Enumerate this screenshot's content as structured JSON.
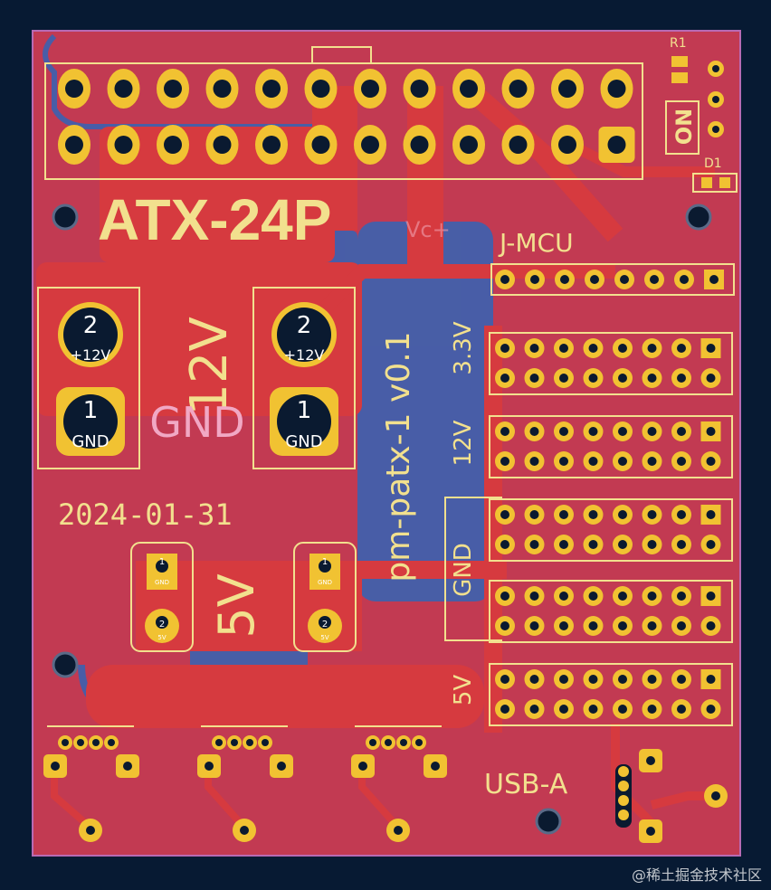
{
  "board": {
    "title": "ATX-24P",
    "project": "pm-patx-1 v0.1",
    "date": "2024-01-31",
    "colors": {
      "background": "#071a33",
      "board": "#c23a52",
      "copper_front": "#d63a3f",
      "copper_back": "#3b62b0",
      "silkscreen": "#f2e08e",
      "pad": "#f1c232",
      "hole": "#0a1a30"
    }
  },
  "connectors": {
    "atx": {
      "name": "ATX-24P"
    },
    "mcu": {
      "name": "J-MCU"
    },
    "r1": {
      "name": "R1"
    },
    "d1": {
      "name": "D1"
    },
    "switch": {
      "label": "ON"
    },
    "usb": {
      "name": "USB-A"
    }
  },
  "power_terminals": [
    {
      "pin2": "2",
      "pin2_label": "+12V",
      "pin1": "1",
      "pin1_label": "GND"
    },
    {
      "pin2": "2",
      "pin2_label": "+12V",
      "pin1": "1",
      "pin1_label": "GND"
    }
  ],
  "small_terminals": [
    {
      "pin1": "1",
      "pin1_label": "GND",
      "pin2": "2",
      "pin2_label": "5V"
    },
    {
      "pin1": "1",
      "pin1_label": "GND",
      "pin2": "2",
      "pin2_label": "5V"
    }
  ],
  "rail_labels": {
    "v12_big": "12V",
    "gnd_big": "GND",
    "v5_big": "5V",
    "v33": "3.3V",
    "v12": "12V",
    "gnd": "GND",
    "v5": "5V",
    "vcc": "Vc+"
  },
  "watermark": "@稀土掘金技术社区"
}
